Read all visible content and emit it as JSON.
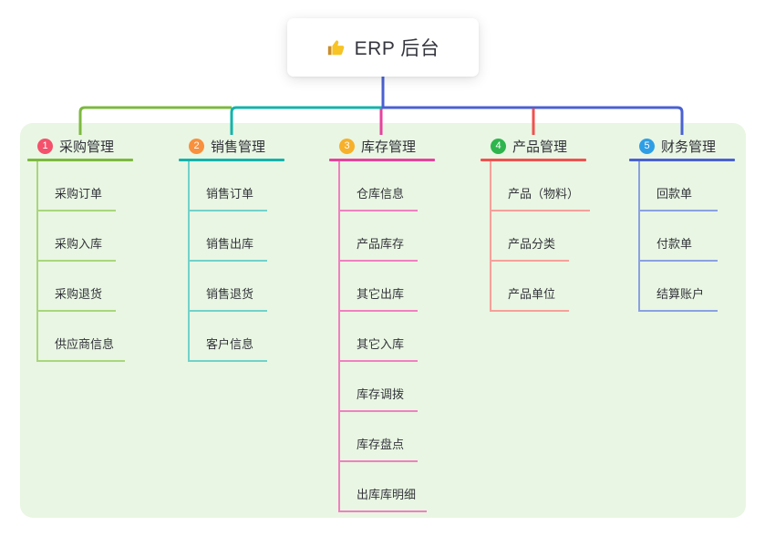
{
  "root": {
    "title": "ERP 后台",
    "icon": "thumbs-up-icon"
  },
  "branches": [
    {
      "num": "1",
      "title": "采购管理",
      "badge_color": "#f4516c",
      "line_color": "#7cb93f",
      "light_color": "#a9d67d",
      "children": [
        "采购订单",
        "采购入库",
        "采购退货",
        "供应商信息"
      ]
    },
    {
      "num": "2",
      "title": "销售管理",
      "badge_color": "#f9903d",
      "line_color": "#14b3ab",
      "light_color": "#72d2ca",
      "children": [
        "销售订单",
        "销售出库",
        "销售退货",
        "客户信息"
      ]
    },
    {
      "num": "3",
      "title": "库存管理",
      "badge_color": "#f7b02a",
      "line_color": "#e8419f",
      "light_color": "#f080c1",
      "children": [
        "仓库信息",
        "产品库存",
        "其它出库",
        "其它入库",
        "库存调拨",
        "库存盘点",
        "出库库明细"
      ]
    },
    {
      "num": "4",
      "title": "产品管理",
      "badge_color": "#2eb54d",
      "line_color": "#f0514f",
      "light_color": "#f6a09b",
      "children": [
        "产品（物料）",
        "产品分类",
        "产品单位"
      ]
    },
    {
      "num": "5",
      "title": "财务管理",
      "badge_color": "#2e9fe6",
      "line_color": "#4a61d2",
      "light_color": "#8ba1e2",
      "children": [
        "回款单",
        "付款单",
        "结算账户"
      ]
    }
  ],
  "colors": {
    "page_bg": "#ffffff",
    "panel_bg": "#e9f6e3",
    "root_line": "#4a61d2",
    "thumb_main": "#f7c325",
    "thumb_sleeve": "#c98e2b"
  }
}
